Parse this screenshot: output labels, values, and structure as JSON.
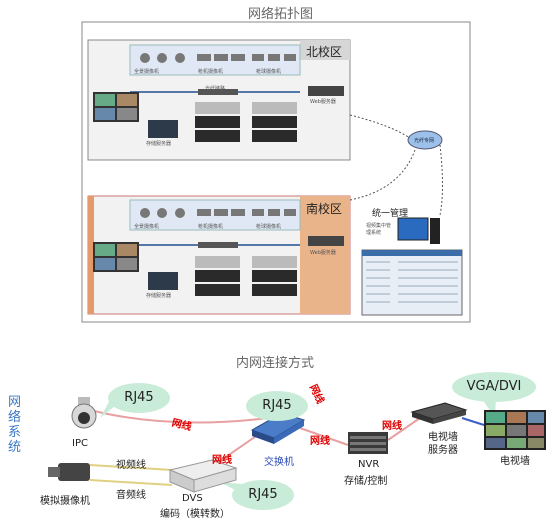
{
  "top": {
    "title": "网络拓扑图",
    "north": {
      "zone": "北校区",
      "cam_labels": [
        "全景摄像机",
        "枪机摄像机",
        "枪球摄像机"
      ],
      "server_label": "Web服务器",
      "storage_label": "存储服务器",
      "link_label": "光纤链路"
    },
    "south": {
      "zone": "南校区",
      "cam_labels": [
        "全景摄像机",
        "枪机摄像机",
        "枪球摄像机"
      ],
      "server_label": "Web服务器",
      "storage_label": "存储服务器"
    },
    "cloud_label": "光纤专网",
    "mgmt_label": "统一管理",
    "mgmt_sub": "视频集中管理系统"
  },
  "bottom": {
    "title": "内网连接方式",
    "side_label": [
      "网",
      "络",
      "系",
      "统"
    ],
    "bubbles": {
      "rj45_a": "RJ45",
      "rj45_b": "RJ45",
      "rj45_c": "RJ45",
      "vga": "VGA/DVI"
    },
    "wires": {
      "w1": "网线",
      "w2": "网线",
      "w3": "网线",
      "w4": "网线",
      "w5": "网线"
    },
    "devices": {
      "ipc": "IPC",
      "analog": "模拟摄像机",
      "dvs": "DVS",
      "dvs_sub": "编码（模转数）",
      "switch": "交换机",
      "nvr": "NVR",
      "nvr_sub": "存储/控制",
      "tvserver_1": "电视墙",
      "tvserver_2": "服务器",
      "tvwall": "电视墙"
    },
    "signals": {
      "video": "视频线",
      "audio": "音频线"
    }
  }
}
